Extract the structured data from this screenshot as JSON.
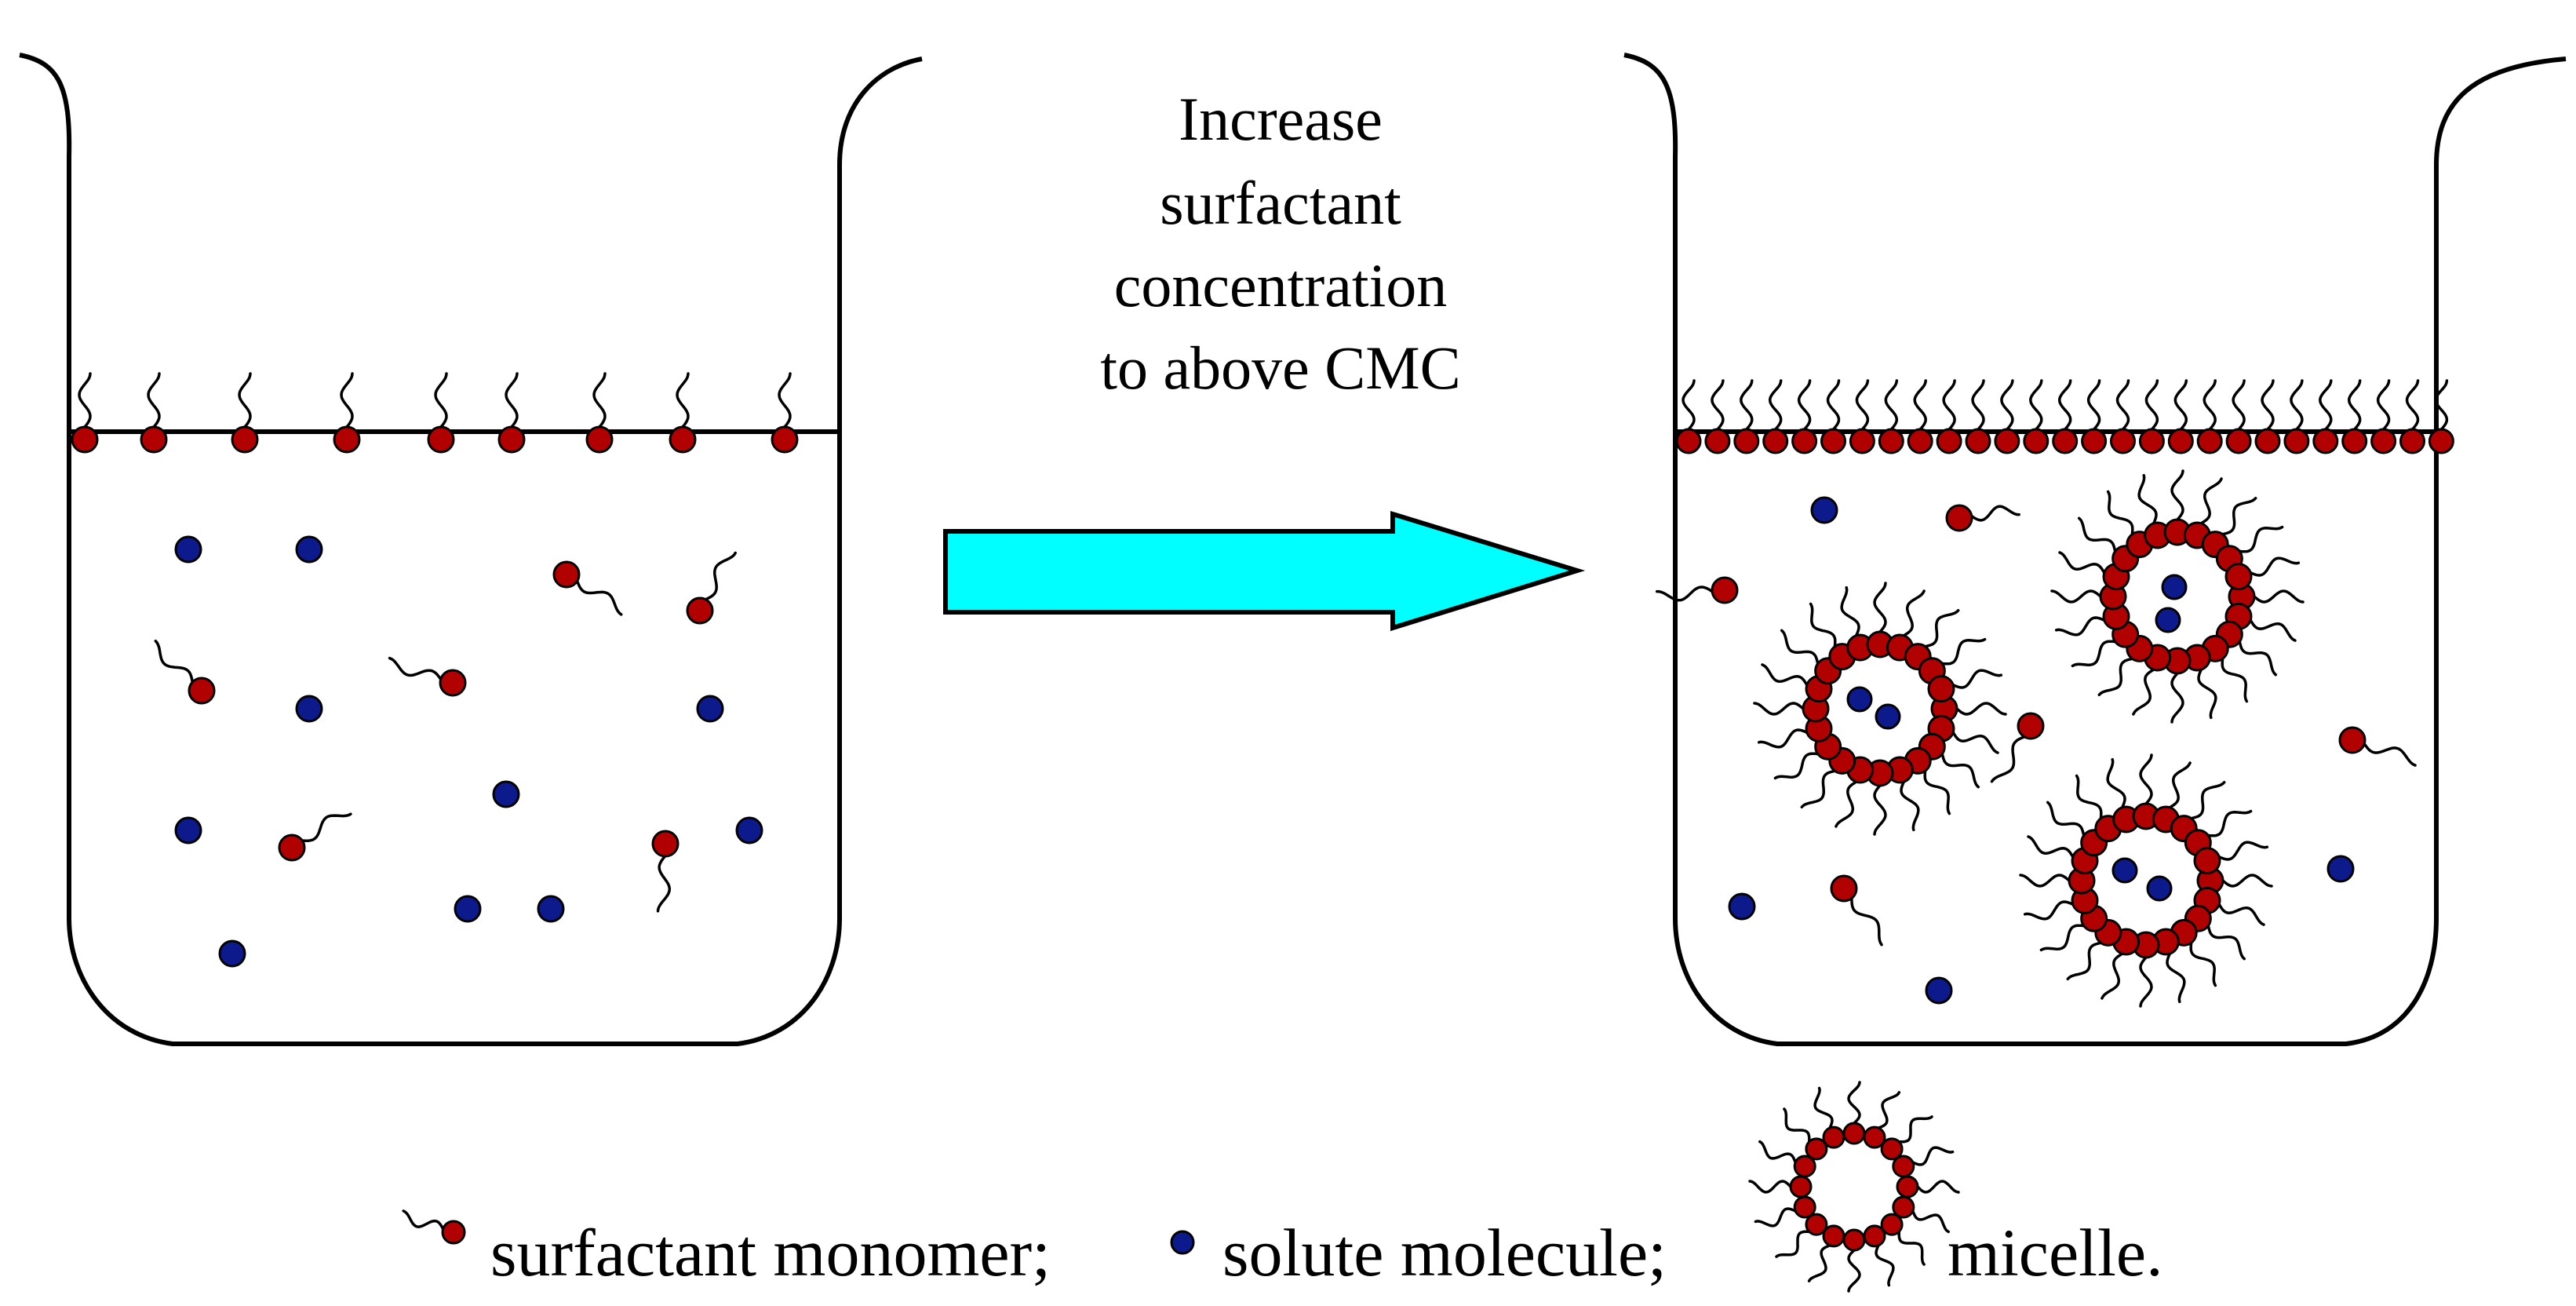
{
  "arrow_text": [
    "Increase",
    "surfactant",
    "concentration",
    "to above CMC"
  ],
  "legend": {
    "monomer_label": "surfactant monomer;",
    "solute_label": "solute molecule;",
    "micelle_label": "micelle."
  },
  "colors": {
    "surfactant_head": "#b00000",
    "solute": "#0d1a8c",
    "arrow_fill": "#00ffff",
    "outline": "#000000"
  }
}
